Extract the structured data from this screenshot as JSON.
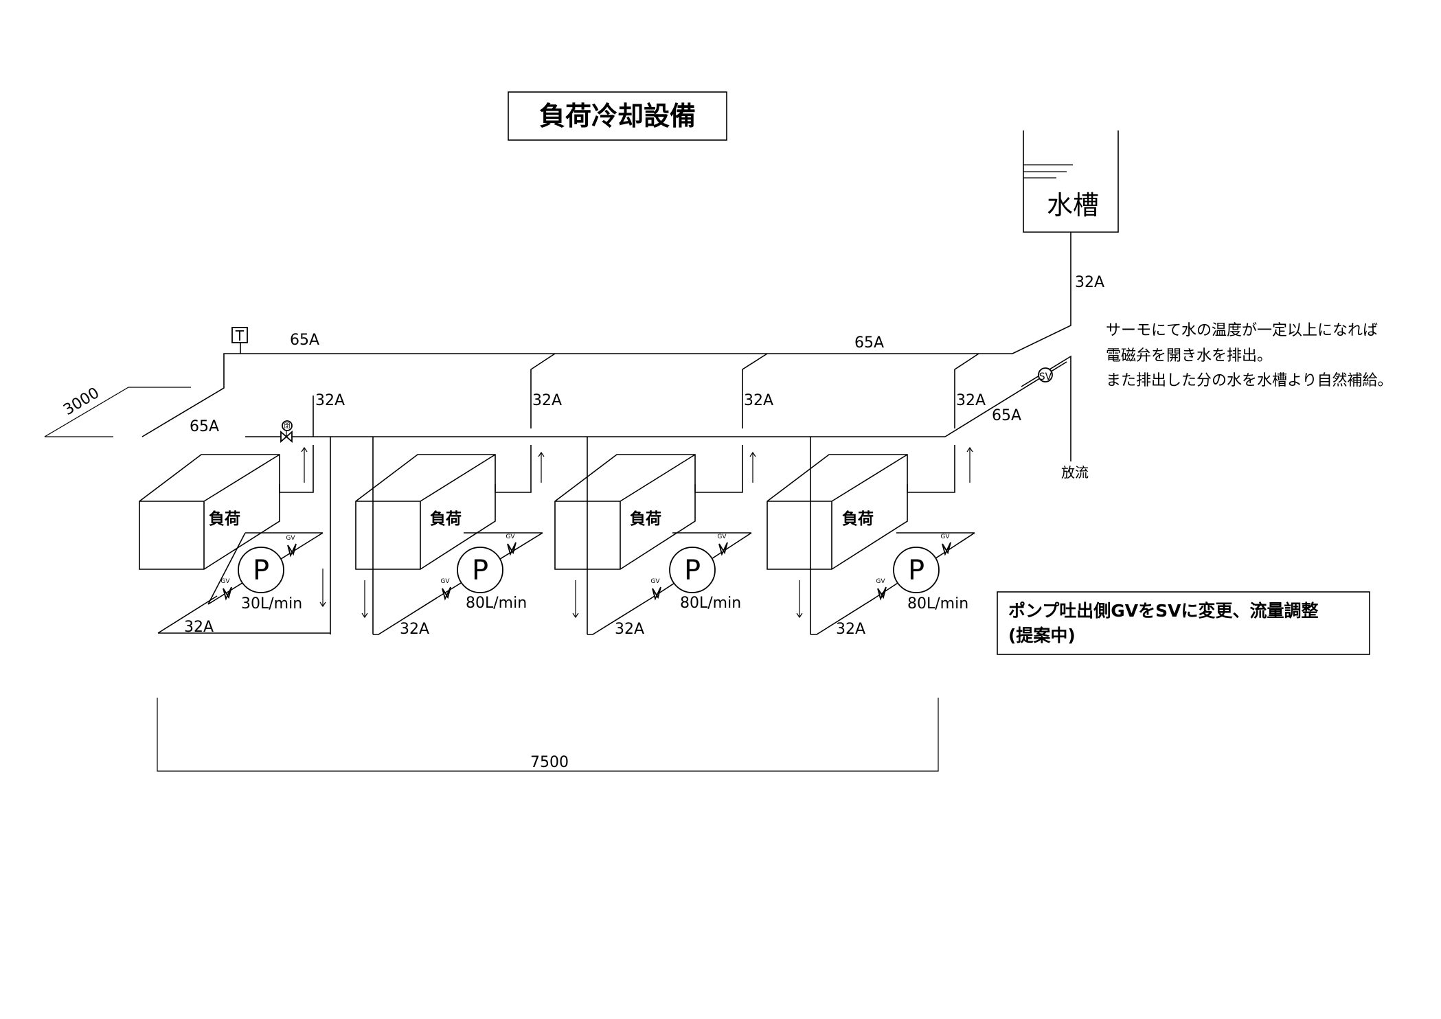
{
  "title": "負荷冷却設備",
  "tank_label": "水槽",
  "thermo_label": "T",
  "note_lines": [
    "サーモにて水の温度が一定以上になれば",
    "電磁弁を開き水を排出。",
    "また排出した分の水を水槽より自然補給。"
  ],
  "proposal_lines": [
    "ポンプ吐出側GVをSVに変更、流量調整",
    "(提案中)"
  ],
  "solenoid_valve_label": "SV",
  "discharge_label": "放流",
  "closed_valve_label": "閉",
  "pipe_labels": {
    "tank_drop": "32A",
    "header_left": "65A",
    "header_right": "65A",
    "left_branch": "65A",
    "right_branch": "65A",
    "riser_1": "32A",
    "riser_2": "32A",
    "riser_3": "32A",
    "return_1": "32A",
    "return_2": "32A",
    "return_3": "32A",
    "return_4": "32A"
  },
  "dimensions": {
    "depth": "3000",
    "width": "7500"
  },
  "units": [
    {
      "load_label": "負荷",
      "pump_label": "P",
      "flow": "30L/min",
      "valve_label": "GV"
    },
    {
      "load_label": "負荷",
      "pump_label": "P",
      "flow": "80L/min",
      "valve_label": "GV"
    },
    {
      "load_label": "負荷",
      "pump_label": "P",
      "flow": "80L/min",
      "valve_label": "GV"
    },
    {
      "load_label": "負荷",
      "pump_label": "P",
      "flow": "80L/min",
      "valve_label": "GV"
    }
  ]
}
